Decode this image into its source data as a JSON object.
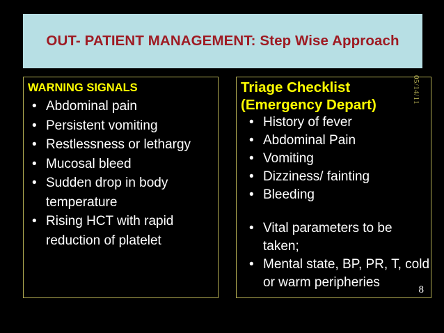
{
  "slide": {
    "title": "OUT- PATIENT MANAGEMENT: Step Wise Approach",
    "title_color": "#9e1b23",
    "banner_color": "#b7dfe4",
    "background_color": "#000000",
    "border_color": "#b3ad52",
    "heading_color": "#ffff00",
    "body_color": "#ffffff",
    "page_number": "8",
    "date_stamp": "05/14/11"
  },
  "left_panel": {
    "heading": "WARNING SIGNALS",
    "bullet_glyph": "•",
    "items": [
      "Abdominal pain",
      "Persistent vomiting",
      "Restlessness or lethargy",
      "Mucosal bleed",
      "Sudden drop in body temperature",
      "Rising HCT with rapid reduction of platelet"
    ]
  },
  "right_panel": {
    "heading": "Triage Checklist\n (Emergency Depart)",
    "bullet_glyph": "•",
    "items": [
      "History of fever",
      "Abdominal Pain",
      "Vomiting",
      "Dizziness/ fainting",
      "Bleeding",
      "",
      "Vital parameters to be taken;",
      "Mental state, BP, PR, T, cold or warm peripheries"
    ]
  }
}
